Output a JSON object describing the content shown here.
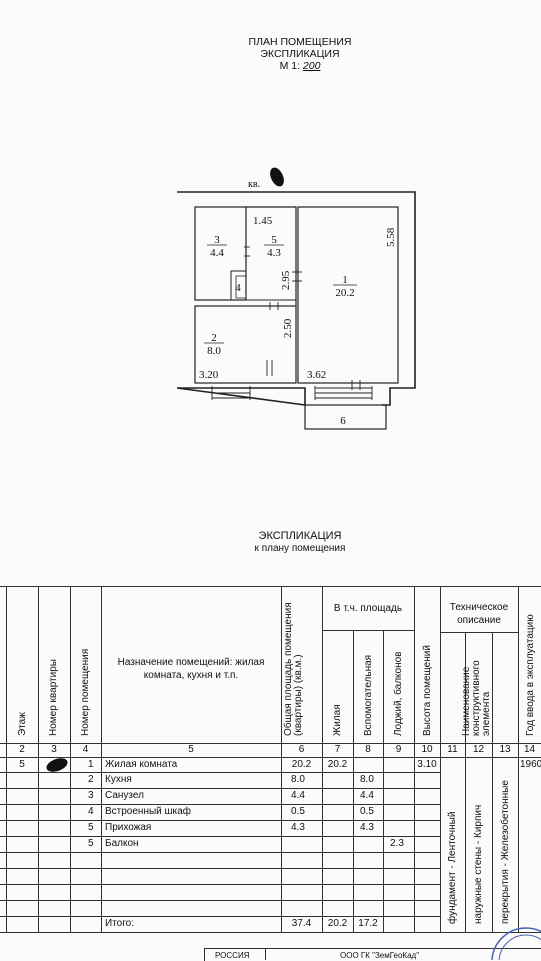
{
  "header": {
    "line1": "ПЛАН ПОМЕЩЕНИЯ",
    "line2": "ЭКСПЛИКАЦИЯ",
    "scale_label": "М 1:",
    "scale_value": "200"
  },
  "plan": {
    "apt_label": "кв.",
    "rooms": [
      {
        "num": "1",
        "area": "20.2"
      },
      {
        "num": "2",
        "area": "8.0"
      },
      {
        "num": "3",
        "area": "4.4"
      },
      {
        "num": "4",
        "area": ""
      },
      {
        "num": "5",
        "area": "4.3"
      },
      {
        "num": "6",
        "area": ""
      }
    ],
    "dims": [
      "1.45",
      "5.58",
      "2.95",
      "2.50",
      "3.20",
      "3.62"
    ]
  },
  "explic": {
    "title": "ЭКСПЛИКАЦИЯ",
    "subtitle": "к плану помещения"
  },
  "table": {
    "headers": {
      "floor": "Этаж",
      "apt": "Номер квартиры",
      "room": "Номер помещения",
      "purpose": "Назначение помещений: жилая комната, кухня и т.п.",
      "total": "Общая площадь помещения (квартиры) (кв.м.)",
      "incl": "В т.ч. площадь",
      "living": "Жилая",
      "aux": "Вспомогательная",
      "loggia": "Лоджий, балконов",
      "height": "Высота помещений",
      "tech": "Техническое описание",
      "element": "Наименование конструктивного элемента",
      "year": "Год ввода в эксплуатацию"
    },
    "colnums": [
      "2",
      "3",
      "4",
      "5",
      "6",
      "7",
      "8",
      "9",
      "10",
      "11",
      "12",
      "13",
      "14"
    ],
    "first_row": {
      "floor": "5",
      "height": "3.10",
      "year": "1960"
    },
    "rows": [
      {
        "num": "1",
        "name": "Жилая комната",
        "total": "20.2",
        "living": "20.2",
        "aux": "",
        "loggia": ""
      },
      {
        "num": "2",
        "name": "Кухня",
        "total": "8.0",
        "living": "",
        "aux": "8.0",
        "loggia": ""
      },
      {
        "num": "3",
        "name": "Санузел",
        "total": "4.4",
        "living": "",
        "aux": "4.4",
        "loggia": ""
      },
      {
        "num": "4",
        "name": "Встроенный шкаф",
        "total": "0.5",
        "living": "",
        "aux": "0.5",
        "loggia": ""
      },
      {
        "num": "5",
        "name": "Прихожая",
        "total": "4.3",
        "living": "",
        "aux": "4.3",
        "loggia": ""
      },
      {
        "num": "5",
        "name": "Балкон",
        "total": "",
        "living": "",
        "aux": "",
        "loggia": "2.3"
      }
    ],
    "vertical_notes": [
      "фундамент - Ленточный",
      "наружные стены - Кирпич",
      "перекрытия - Железобетонные"
    ],
    "total_row": {
      "label": "Итого:",
      "total": "37.4",
      "living": "20.2",
      "aux": "17.2"
    }
  },
  "footer": {
    "country": "РОССИЯ",
    "org": "ООО ГК \"ЗемГеоКад\""
  }
}
